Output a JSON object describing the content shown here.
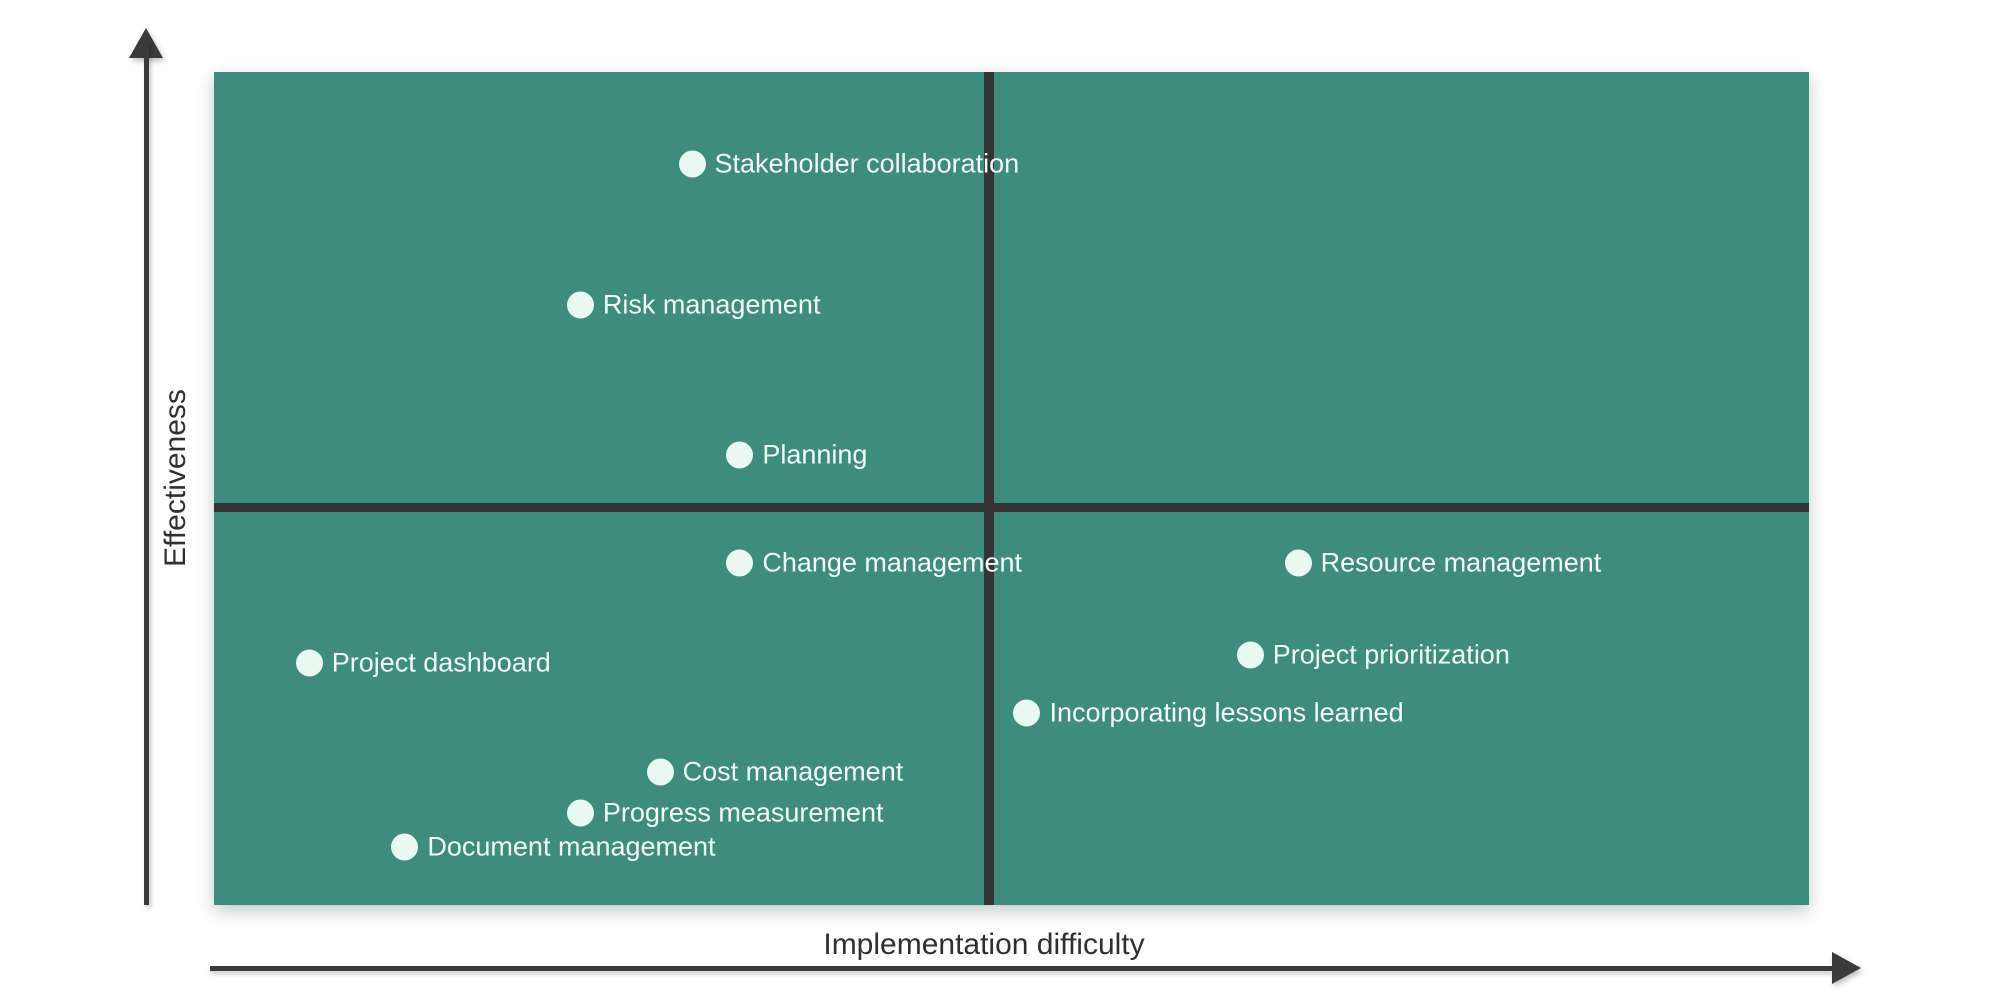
{
  "chart_data": {
    "type": "scatter",
    "variant": "quadrant-chart",
    "title": "",
    "xlabel": "Implementation difficulty",
    "ylabel": "Effectiveness",
    "xlim": [
      0,
      1
    ],
    "ylim": [
      0,
      1
    ],
    "grid": false,
    "legend": false,
    "quadrant_divider": {
      "x_frac_from_left": 0.486,
      "y_frac_from_top": 0.523
    },
    "points": [
      {
        "label": "Stakeholder collaboration",
        "x": 0.3,
        "y": 0.89
      },
      {
        "label": "Risk management",
        "x": 0.23,
        "y": 0.72
      },
      {
        "label": "Planning",
        "x": 0.33,
        "y": 0.54
      },
      {
        "label": "Change management",
        "x": 0.33,
        "y": 0.41
      },
      {
        "label": "Project dashboard",
        "x": 0.06,
        "y": 0.29
      },
      {
        "label": "Cost management",
        "x": 0.28,
        "y": 0.16
      },
      {
        "label": "Progress measurement",
        "x": 0.23,
        "y": 0.11
      },
      {
        "label": "Document management",
        "x": 0.12,
        "y": 0.07
      },
      {
        "label": "Resource management",
        "x": 0.68,
        "y": 0.41
      },
      {
        "label": "Project prioritization",
        "x": 0.65,
        "y": 0.3
      },
      {
        "label": "Incorporating lessons learned",
        "x": 0.51,
        "y": 0.23
      }
    ]
  },
  "colors": {
    "background": "#FFFFFF",
    "quadrant_fill": "#3D8C7D",
    "divider": "#333333",
    "axis": "#3A3A3A",
    "axis_label_text": "#2F2F2F",
    "point_fill": "#E9F9F1",
    "point_label_text": "#F4FCF8"
  }
}
